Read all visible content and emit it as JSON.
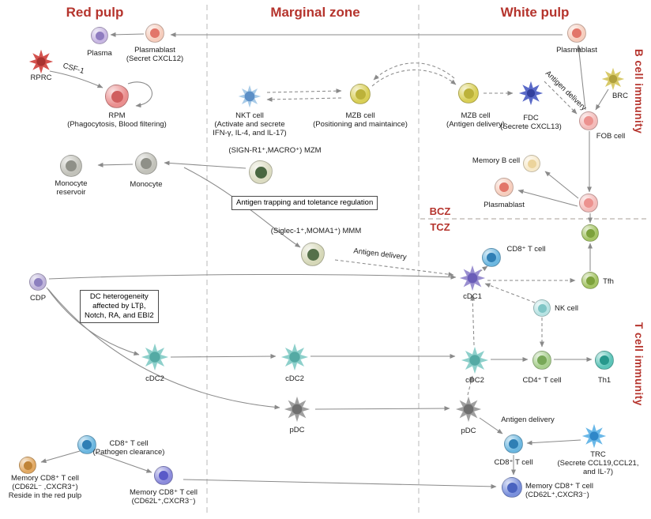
{
  "palette": {
    "heading_red": "#b5342d",
    "arrow_gray": "#8a8a8a",
    "divider_gray": "#c4c4c4"
  },
  "headers": {
    "red_pulp": "Red pulp",
    "marginal_zone": "Marginal zone",
    "white_pulp": "White pulp"
  },
  "side_labels": {
    "b_cell_immunity": "B cell immunity",
    "t_cell_immunity": "T cell immunity"
  },
  "zones": {
    "bcz": "BCZ",
    "tcz": "TCZ"
  },
  "boxes": {
    "antigen_trapping": "Antigen trapping and toletance regulation",
    "dc_heterogeneity_l1": "DC heterogeneity",
    "dc_heterogeneity_l2": "affected by LTβ,",
    "dc_heterogeneity_l3": "Notch, RA, and EBI2"
  },
  "labels": {
    "plasma": "Plasma",
    "plasmablast": "Plasmablast",
    "plasmablast_sub": "(Secret CXCL12)",
    "rprc": "RPRC",
    "csf1": "CSF-1",
    "rpm": "RPM",
    "rpm_sub": "(Phagocytosis, Blood filtering)",
    "monocyte_reservoir_l1": "Monocyte",
    "monocyte_reservoir_l2": "reservoir",
    "monocyte": "Monocyte",
    "cdp": "CDP",
    "cdc2": "cDC2",
    "cdc1": "cDC1",
    "pdc": "pDC",
    "cd8_t_cell": "CD8⁺ T cell",
    "cd8_sub": "(Pathogen clearance)",
    "mem_cd8": "Memory CD8⁺ T cell",
    "mem_cd8_orange_sub": "(CD62L⁻ ,CXCR3⁺)",
    "mem_cd8_orange_sub2": "Reside in the red pulp",
    "mem_cd8_purple_sub": "(CD62L⁺,CXCR3⁻)",
    "mem_cd8_wp_sub": "(CD62L⁺,CXCR3⁻)",
    "nkt": "NKT cell",
    "nkt_sub1": "(Activate and secrete",
    "nkt_sub2": "IFN-γ, IL-4, and IL-17)",
    "mzb": "MZB cell",
    "mzb_mz_sub": "(Positioning and maintaince)",
    "mzb_wp_sub": "(Antigen delivery)",
    "mzm": "(SIGN-R1⁺,MACRO⁺) MZM",
    "mmm": "(Siglec-1⁺,MOMA1⁺) MMM",
    "antigen_delivery": "Antigen delivery",
    "fdc": "FDC",
    "fdc_sub": "(Secrete CXCL13)",
    "brc": "BRC",
    "fob": "FOB cell",
    "memory_b": "Memory B cell",
    "nk": "NK cell",
    "tfh": "Tfh",
    "cd4": "CD4⁺ T cell",
    "th1": "Th1",
    "trc": "TRC",
    "trc_sub1": "(Secrete CCL19,CCL21,",
    "trc_sub2": "and IL-7)"
  }
}
